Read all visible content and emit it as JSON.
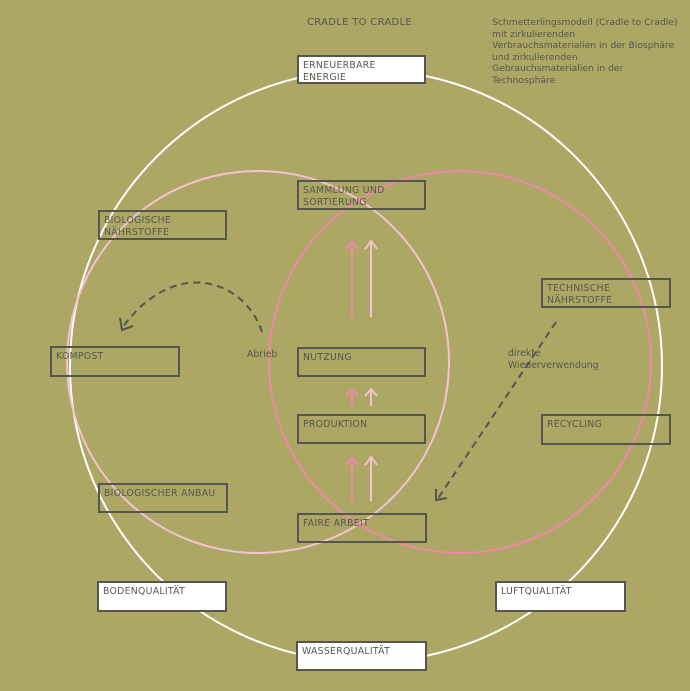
{
  "title": "CRADLE TO CRADLE",
  "caption": "Schmetterlingsmodell (Cradle to Cradle) mit zirkulierenden Verbrauchsmaterialien in der Biosphäre und zirkulierenden Gebrauchsmaterialien in der Technosphäre",
  "colors": {
    "background": "#aca764",
    "outer_circle": "#ffffff",
    "bio_circle": "#f3c4cf",
    "techno_circle": "#ee87a8",
    "box_border": "#55574f",
    "text": "#55574f"
  },
  "boxes": {
    "erneuerbare_energie": "ERNEUERBARE ENERGIE",
    "sammlung": "SAMMLUNG UND SORTIERUNG",
    "biologische_naehrstoffe": "BIOLOGISCHE NÄHRSTOFFE",
    "technische_naehrstoffe": "TECHNISCHE NÄHRSTOFFE",
    "kompost": "KOMPOST",
    "nutzung": "NUTZUNG",
    "produktion": "PRODUKTION",
    "recycling": "RECYCLING",
    "biologischer_anbau": "BIOLOGISCHER ANBAU",
    "faire_arbeit": "FAIRE ARBEIT",
    "bodenqualitaet": "BODENQUALITÄT",
    "luftqualitaet": "LUFTQUALITÄT",
    "wasserqualitaet": "WASSERQUALITÄT"
  },
  "labels": {
    "abrieb": "Abrieb",
    "direkte_wiederverwendung": "direkte Wiederverwendung"
  }
}
